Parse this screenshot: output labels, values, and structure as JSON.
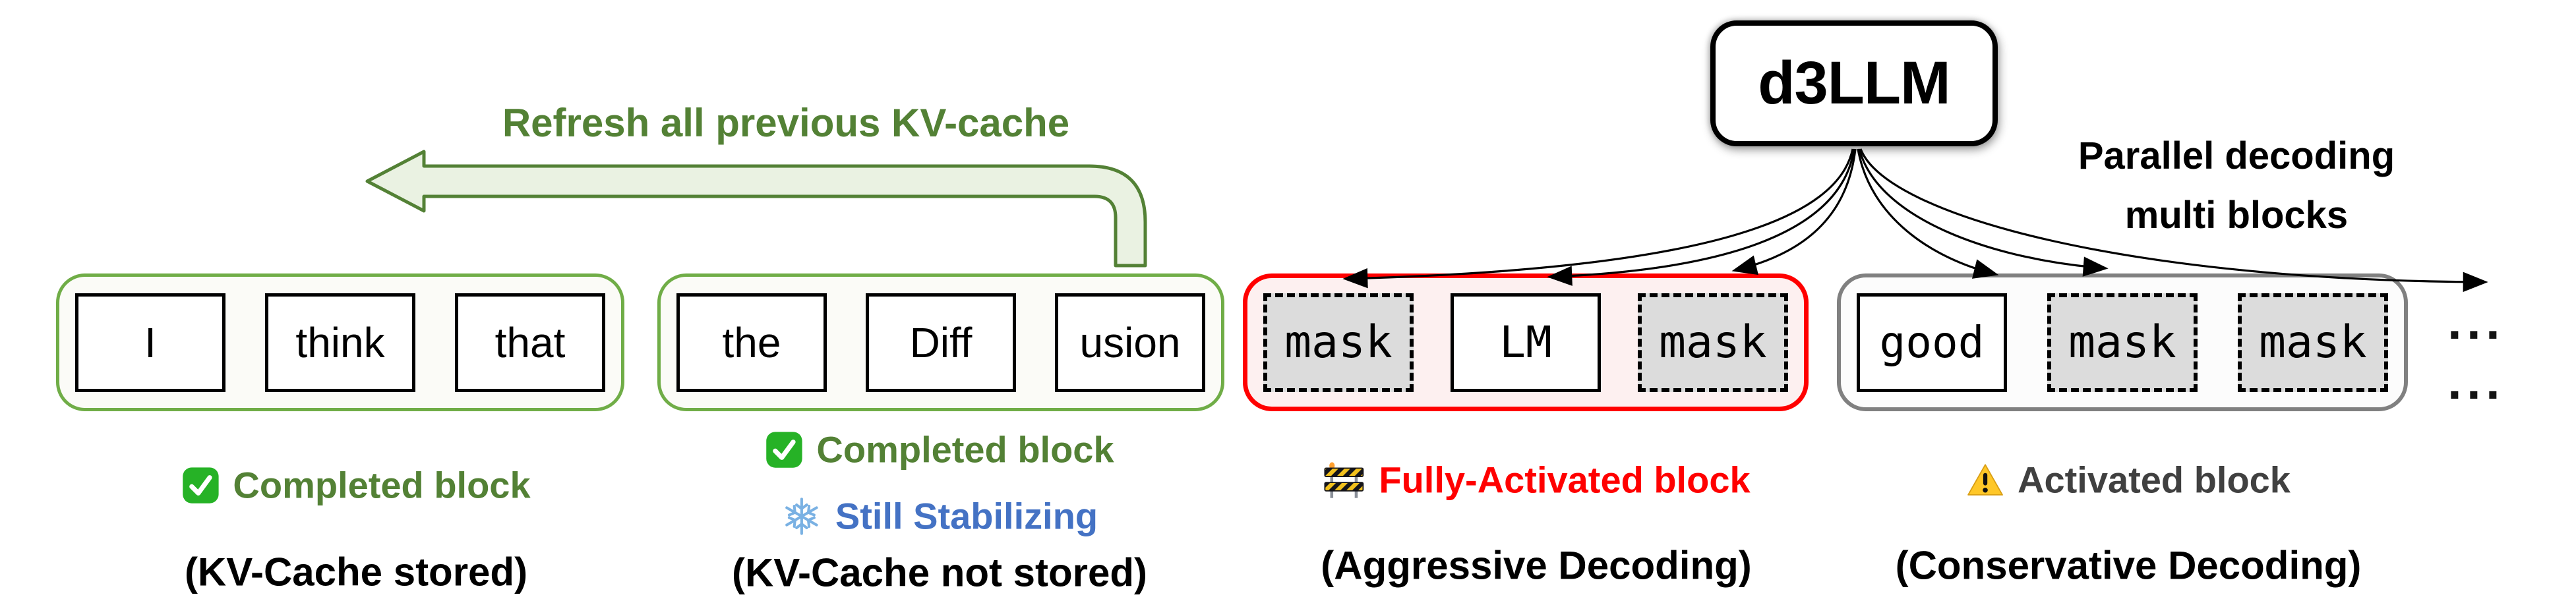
{
  "title_box": {
    "label": "d3LLM"
  },
  "refresh_arrow": {
    "label": "Refresh all previous KV-cache"
  },
  "parallel_note": {
    "line1": "Parallel decoding",
    "line2": "multi blocks"
  },
  "ellipsis": "··· ···",
  "blocks": [
    {
      "name": "completed-block-kv-stored",
      "border_color": "#70ad47",
      "tokens": [
        {
          "text": "I",
          "style": "plain"
        },
        {
          "text": "think",
          "style": "plain"
        },
        {
          "text": "that",
          "style": "plain"
        }
      ]
    },
    {
      "name": "completed-block-still-stabilizing",
      "border_color": "#70ad47",
      "tokens": [
        {
          "text": "the",
          "style": "plain"
        },
        {
          "text": "Diff",
          "style": "plain"
        },
        {
          "text": "usion",
          "style": "plain"
        }
      ]
    },
    {
      "name": "fully-activated-block",
      "border_color": "#ff0000",
      "tokens": [
        {
          "text": "mask",
          "style": "mask"
        },
        {
          "text": "LM",
          "style": "decoded"
        },
        {
          "text": "mask",
          "style": "mask"
        }
      ]
    },
    {
      "name": "activated-block",
      "border_color": "#808080",
      "tokens": [
        {
          "text": "good",
          "style": "decoded"
        },
        {
          "text": "mask",
          "style": "mask"
        },
        {
          "text": "mask",
          "style": "mask"
        }
      ]
    }
  ],
  "legend": [
    {
      "icon": "check-icon",
      "label": "Completed block",
      "label_color": "#538135",
      "caption": "(KV-Cache stored)"
    },
    {
      "icon": "check-icon",
      "label": "Completed block",
      "label_color": "#538135",
      "sub_icon": "snowflake-icon",
      "sub_label": "Still Stabilizing",
      "sub_label_color": "#4472c4",
      "caption": "(KV-Cache not stored)"
    },
    {
      "icon": "barricade-icon",
      "label": "Fully-Activated block",
      "label_color": "#ff0000",
      "caption": "(Aggressive Decoding)"
    },
    {
      "icon": "warning-icon",
      "label": "Activated block",
      "label_color": "#404040",
      "caption": "(Conservative Decoding)"
    }
  ],
  "colors": {
    "green_text": "#538135",
    "green_block_border": "#70ad47",
    "green_arrow_fill": "#eaf2e2",
    "red_border": "#ff0000",
    "red_block_fill": "#fdf0f0",
    "gray_border": "#808080",
    "mask_fill": "#dcdcdc",
    "blue_text": "#4472c4",
    "dark_gray_text": "#404040",
    "check_green": "#26b226",
    "warning_yellow": "#ffc728",
    "barricade_yellow": "#f2c11d"
  }
}
